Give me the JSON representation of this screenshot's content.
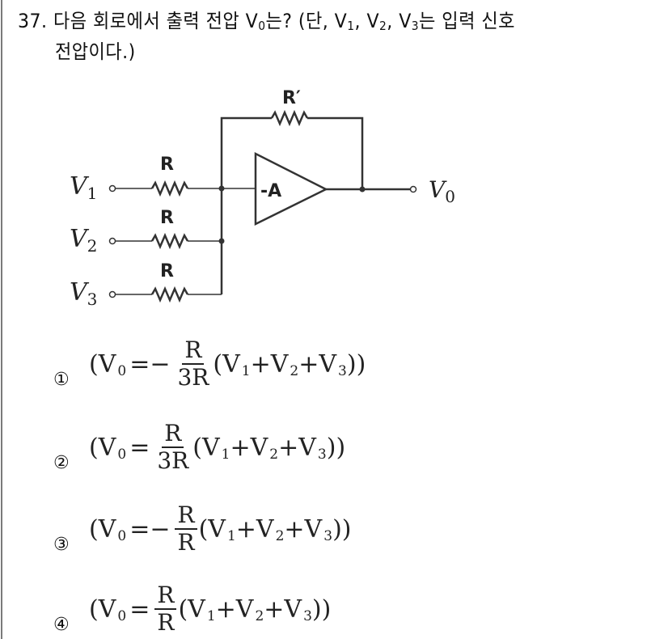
{
  "question": {
    "number": "37.",
    "text_line1_part1": "다음 회로에서 출력 전압 V",
    "text_line1_sub0": "0",
    "text_line1_part2": "는? (단, V",
    "sub1": "1",
    "comma1": ", V",
    "sub2": "2",
    "comma2": ", V",
    "sub3": "3",
    "text_line1_part3": "는 입력 신호",
    "text_line2": "전압이다.)"
  },
  "circuit": {
    "feedback_resistor_label": "R′",
    "input_resistor_labels": [
      "R",
      "R",
      "R"
    ],
    "amplifier_label": "-A",
    "input_labels": [
      {
        "base": "V",
        "sub": "1"
      },
      {
        "base": "V",
        "sub": "2"
      },
      {
        "base": "V",
        "sub": "3"
      }
    ],
    "output_label": {
      "base": "V",
      "sub": "0"
    }
  },
  "options": [
    {
      "marker": "①",
      "lhs": "(V",
      "lhs_sub": "0",
      "eq": "=−",
      "num": "R",
      "den": "3R",
      "rhs_open": "(V",
      "s1": "1",
      "plus1": "+V",
      "s2": "2",
      "plus2": "+V",
      "s3": "3",
      "close": "))"
    },
    {
      "marker": "②",
      "lhs": "(V",
      "lhs_sub": "0",
      "eq": "=",
      "num": "R",
      "den": "3R",
      "rhs_open": "(V",
      "s1": "1",
      "plus1": "+V",
      "s2": "2",
      "plus2": "+V",
      "s3": "3",
      "close": "))"
    },
    {
      "marker": "③",
      "lhs": "(V",
      "lhs_sub": "0",
      "eq": "=−",
      "num": "R",
      "den": "R",
      "rhs_open": "(V",
      "s1": "1",
      "plus1": "+V",
      "s2": "2",
      "plus2": "+V",
      "s3": "3",
      "close": "))"
    },
    {
      "marker": "④",
      "lhs": "(V",
      "lhs_sub": "0",
      "eq": "=",
      "num": "R",
      "den": "R",
      "rhs_open": "(V",
      "s1": "1",
      "plus1": "+V",
      "s2": "2",
      "plus2": "+V",
      "s3": "3",
      "close": "))"
    }
  ]
}
